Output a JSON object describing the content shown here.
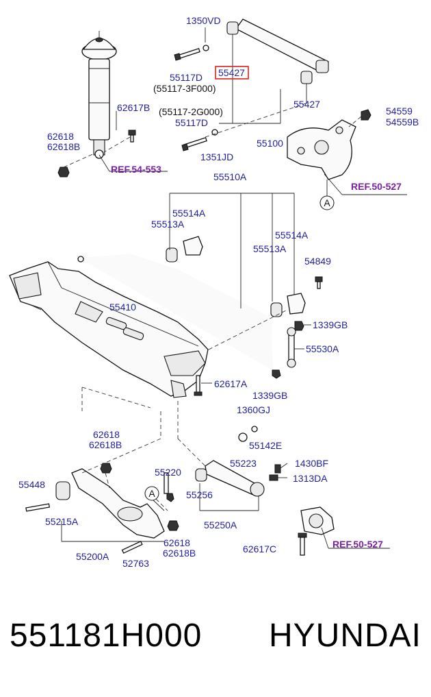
{
  "labels": {
    "l1350VD": "1350VD",
    "l55117D_a": "55117D",
    "l55117_3F000": "(55117-3F000)",
    "l55427_hl": "55427",
    "l55427_b": "55427",
    "l55117_2G000": "(55117-2G000)",
    "l55117D_b": "55117D",
    "l55100": "55100",
    "l1351JD": "1351JD",
    "l62617B": "62617B",
    "l62618_a": "62618",
    "l62618B_a": "62618B",
    "l54559": "54559",
    "l54559B": "54559B",
    "l55510A": "55510A",
    "l55514A_a": "55514A",
    "l55513A_a": "55513A",
    "l55514A_b": "55514A",
    "l55513A_b": "55513A",
    "l54849": "54849",
    "l55410": "55410",
    "l1339GB_a": "1339GB",
    "l55530A": "55530A",
    "l62617A": "62617A",
    "l1339GB_b": "1339GB",
    "l1360GJ": "1360GJ",
    "l62618_b": "62618",
    "l62618B_b": "62618B",
    "l55142E": "55142E",
    "l55223": "55223",
    "l1430BF": "1430BF",
    "l55448": "55448",
    "l55220": "55220",
    "l1313DA": "1313DA",
    "l55256": "55256",
    "l55215A": "55215A",
    "l55250A": "55250A",
    "l62618_c": "62618",
    "l62618B_c": "62618B",
    "l62617C": "62617C",
    "l55200A": "55200A",
    "l52763": "52763"
  },
  "refs": {
    "ref1": "REF.54-553",
    "ref2": "REF.50-527",
    "ref3": "REF.50-527"
  },
  "markers": {
    "m1": "A",
    "m2": "A"
  },
  "footer": {
    "part_number": "551181H000",
    "brand": "HYUNDAI"
  },
  "colors": {
    "label": "#1f1f9e",
    "reference": "#7b1fa2",
    "highlight_box": "#e0201b"
  }
}
